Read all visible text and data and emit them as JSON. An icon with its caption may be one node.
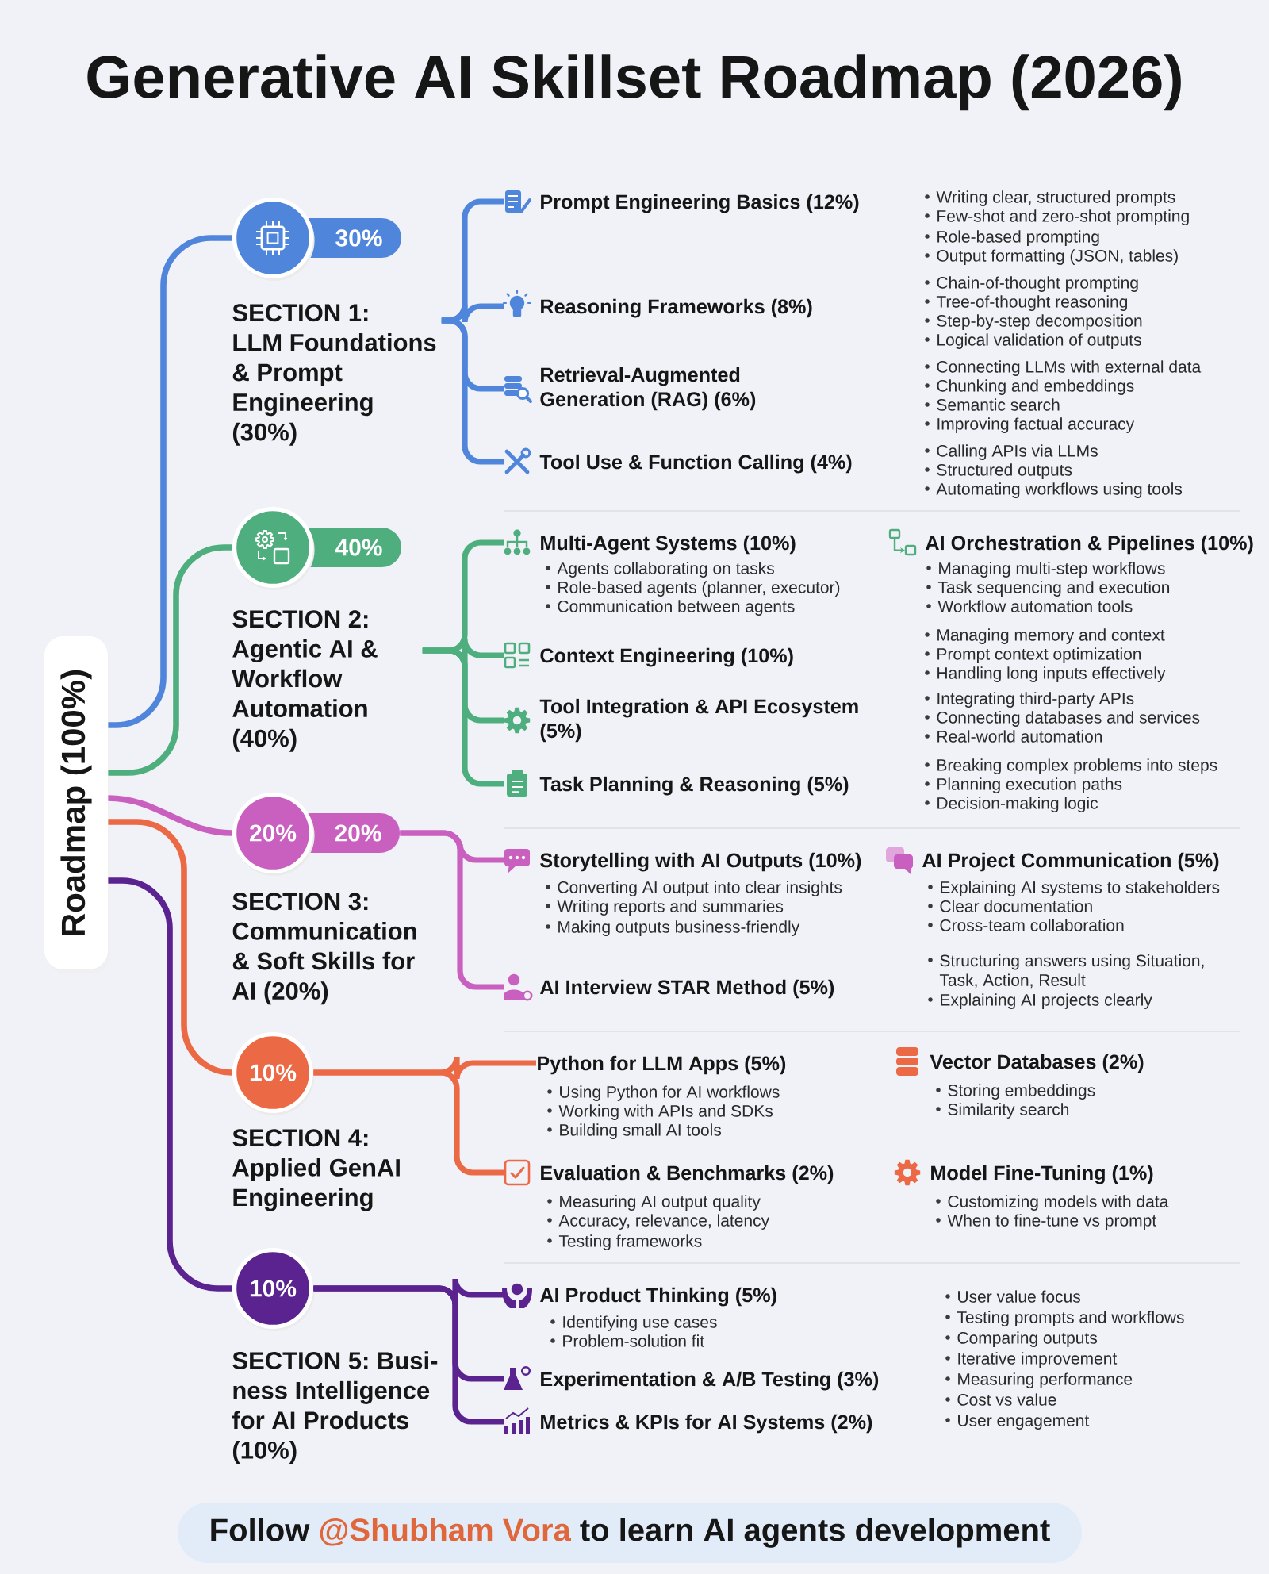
{
  "diagram": {
    "title": "Generative AI Skillset Roadmap (2026)",
    "nodes": [
      {
        "text": [
          "Roadmap (100%)"
        ]
      },
      {
        "text": [
          "30%"
        ]
      },
      {
        "text": [
          "SECTION 1:",
          "LLM Foundations & Prompt Engineering (30%)"
        ]
      },
      {
        "text": [
          "Prompt Engineering Basics (12%)"
        ],
        "beside": [
          "Writing clear, structured prompts",
          "Few-shot and zero-shot prompting",
          "Role-based prompting",
          "Output formatting (JSON, tables)"
        ]
      },
      {
        "text": [
          "Reasoning Frameworks (8%)"
        ],
        "beside": [
          "Chain-of-thought prompting",
          "Tree-of-thought reasoning",
          "Step-by-step decomposition",
          "Logical validation of outputs"
        ]
      },
      {
        "text": [
          "Retrieval-Augmented Generation (RAG) (6%)"
        ],
        "beside": [
          "Connecting LLMs with external data",
          "Chunking and embeddings",
          "Semantic search",
          "Improving factual accuracy"
        ]
      },
      {
        "text": [
          "Tool Use & Function Calling (4%)"
        ],
        "beside": [
          "Calling APIs via LLMs",
          "Structured outputs",
          "Automating workflows using tools"
        ]
      },
      {
        "text": [
          "40%"
        ]
      },
      {
        "text": [
          "SECTION 2:",
          "Agentic AI & Workflow Automation (40%)"
        ]
      },
      {
        "text": [
          "Multi-Agent Systems (10%)"
        ],
        "beside": [
          "Agents collaborating on tasks",
          "Role-based agents (planner, executor)",
          "Communication between agents"
        ]
      },
      {
        "text": [
          "Context Engineering (10%)"
        ],
        "beside": [
          "Managing memory and context",
          "Prompt context optimization",
          "Handling long inputs effectively"
        ]
      },
      {
        "text": [
          "Tool Integration & API Ecosystem (5%)"
        ],
        "beside": [
          "Integrating third-party APIs",
          "Connecting databases and services",
          "Real-world automation"
        ]
      },
      {
        "text": [
          "Task Planning & Reasoning (5%)"
        ],
        "beside": [
          "Breaking complex problems into steps",
          "Planning execution paths",
          "Decision-making logic"
        ]
      },
      {
        "text": [
          "20%",
          "20%"
        ],
        "beside": [
          "SECTION 3:",
          "Communication & Soft Skills for AI (20%)"
        ]
      },
      {
        "text": [
          "Storytelling with AI Outputs (10%)"
        ],
        "beside": [
          "Converting AI output into clear insights",
          "Writing reports and summaries",
          "Making outputs business-friendly"
        ]
      },
      {
        "text": [
          "AI Interview STAR Method (5%)"
        ],
        "beside": [
          "Structuring answers using Situation, Task, Action, Result",
          "Explaining AI projects clearly"
        ]
      },
      {
        "text": [
          "10%"
        ],
        "beside": [
          "SECTION 4:",
          "Applied GenAI Engineering"
        ]
      },
      {
        "text": [
          "Python for LLM Apps (5%)"
        ],
        "beside": [
          "Using Python for AI workflows",
          "Working with APIs and SDKs",
          "Building small AI tools"
        ]
      },
      {
        "text": [
          "Evaluation & Benchmarks (2%)"
        ],
        "beside": [
          "Measuring AI output quality",
          "Accuracy, relevance, latency",
          "Testing frameworks"
        ]
      },
      {
        "text": [
          "10%"
        ],
        "beside": [
          "SECTION 5: Busi- ness Intelligence for AI Products (10%)"
        ]
      },
      {
        "text": [
          "AI Product Thinking (5%)"
        ],
        "beside": [
          "Identifying use cases",
          "Problem-solution fit"
        ]
      },
      {
        "text": [
          "Experimentation & A/B Testing (3%)"
        ]
      },
      {
        "text": [
          "Metrics & KPIs for AI Systems (2%)"
        ]
      },
      {
        "text": [
          "Follow",
          "@Shubham Vora",
          "to learn AI agents development"
        ]
      }
    ],
    "edges": [
      {
        "from": 0,
        "to": 1,
        "arrow": "none",
        "color": "#4f86db"
      },
      {
        "from": 0,
        "to": 7,
        "arrow": "none",
        "color": "#4fae7e"
      },
      {
        "from": 0,
        "to": 13,
        "arrow": "none",
        "color": "#c95fbf"
      },
      {
        "from": 0,
        "to": 16,
        "arrow": "none",
        "color": "#ec6945"
      },
      {
        "from": 0,
        "to": 19,
        "arrow": "none",
        "color": "#5a2390"
      },
      {
        "from": 2,
        "to": 3,
        "arrow": "none",
        "color": "#4f86db"
      },
      {
        "from": 2,
        "to": 4,
        "arrow": "none",
        "color": "#4f86db"
      },
      {
        "from": 2,
        "to": 5,
        "arrow": "none",
        "color": "#4f86db"
      },
      {
        "from": 2,
        "to": 6,
        "arrow": "none",
        "color": "#4f86db"
      },
      {
        "from": 8,
        "to": 9,
        "arrow": "none",
        "color": "#4fae7e"
      },
      {
        "from": 8,
        "to": 10,
        "arrow": "none",
        "color": "#4fae7e"
      },
      {
        "from": 8,
        "to": 11,
        "arrow": "none",
        "color": "#4fae7e"
      },
      {
        "from": 8,
        "to": 12,
        "arrow": "none",
        "color": "#4fae7e"
      },
      {
        "from": 13,
        "to": 14,
        "arrow": "none",
        "color": "#c95fbf"
      },
      {
        "from": 13,
        "to": 15,
        "arrow": "none",
        "color": "#c95fbf"
      },
      {
        "from": 16,
        "to": 17,
        "arrow": "none",
        "color": "#ec6945"
      },
      {
        "from": 16,
        "to": 18,
        "arrow": "none",
        "color": "#ec6945"
      },
      {
        "from": 19,
        "to": 20,
        "arrow": "none",
        "color": "#5a2390"
      },
      {
        "from": 19,
        "to": 21,
        "arrow": "none",
        "color": "#5a2390"
      },
      {
        "from": 19,
        "to": 22,
        "arrow": "none",
        "color": "#5a2390"
      }
    ],
    "labels": [
      "AI Orchestration & Pipelines (10%)",
      "Managing multi-step workflows",
      "Task sequencing and execution",
      "Workflow automation tools",
      "AI Project Communication (5%)",
      "Explaining AI systems to stakeholders",
      "Clear documentation",
      "Cross-team collaboration",
      "Vector Databases (2%)",
      "Storing embeddings",
      "Similarity search",
      "Model Fine-Tuning (1%)",
      "Customizing models with data",
      "When to fine-tune vs prompt",
      "User value focus",
      "Testing prompts and workflows",
      "Comparing outputs",
      "Iterative improvement",
      "Measuring performance",
      "Cost vs value",
      "User engagement"
    ]
  }
}
